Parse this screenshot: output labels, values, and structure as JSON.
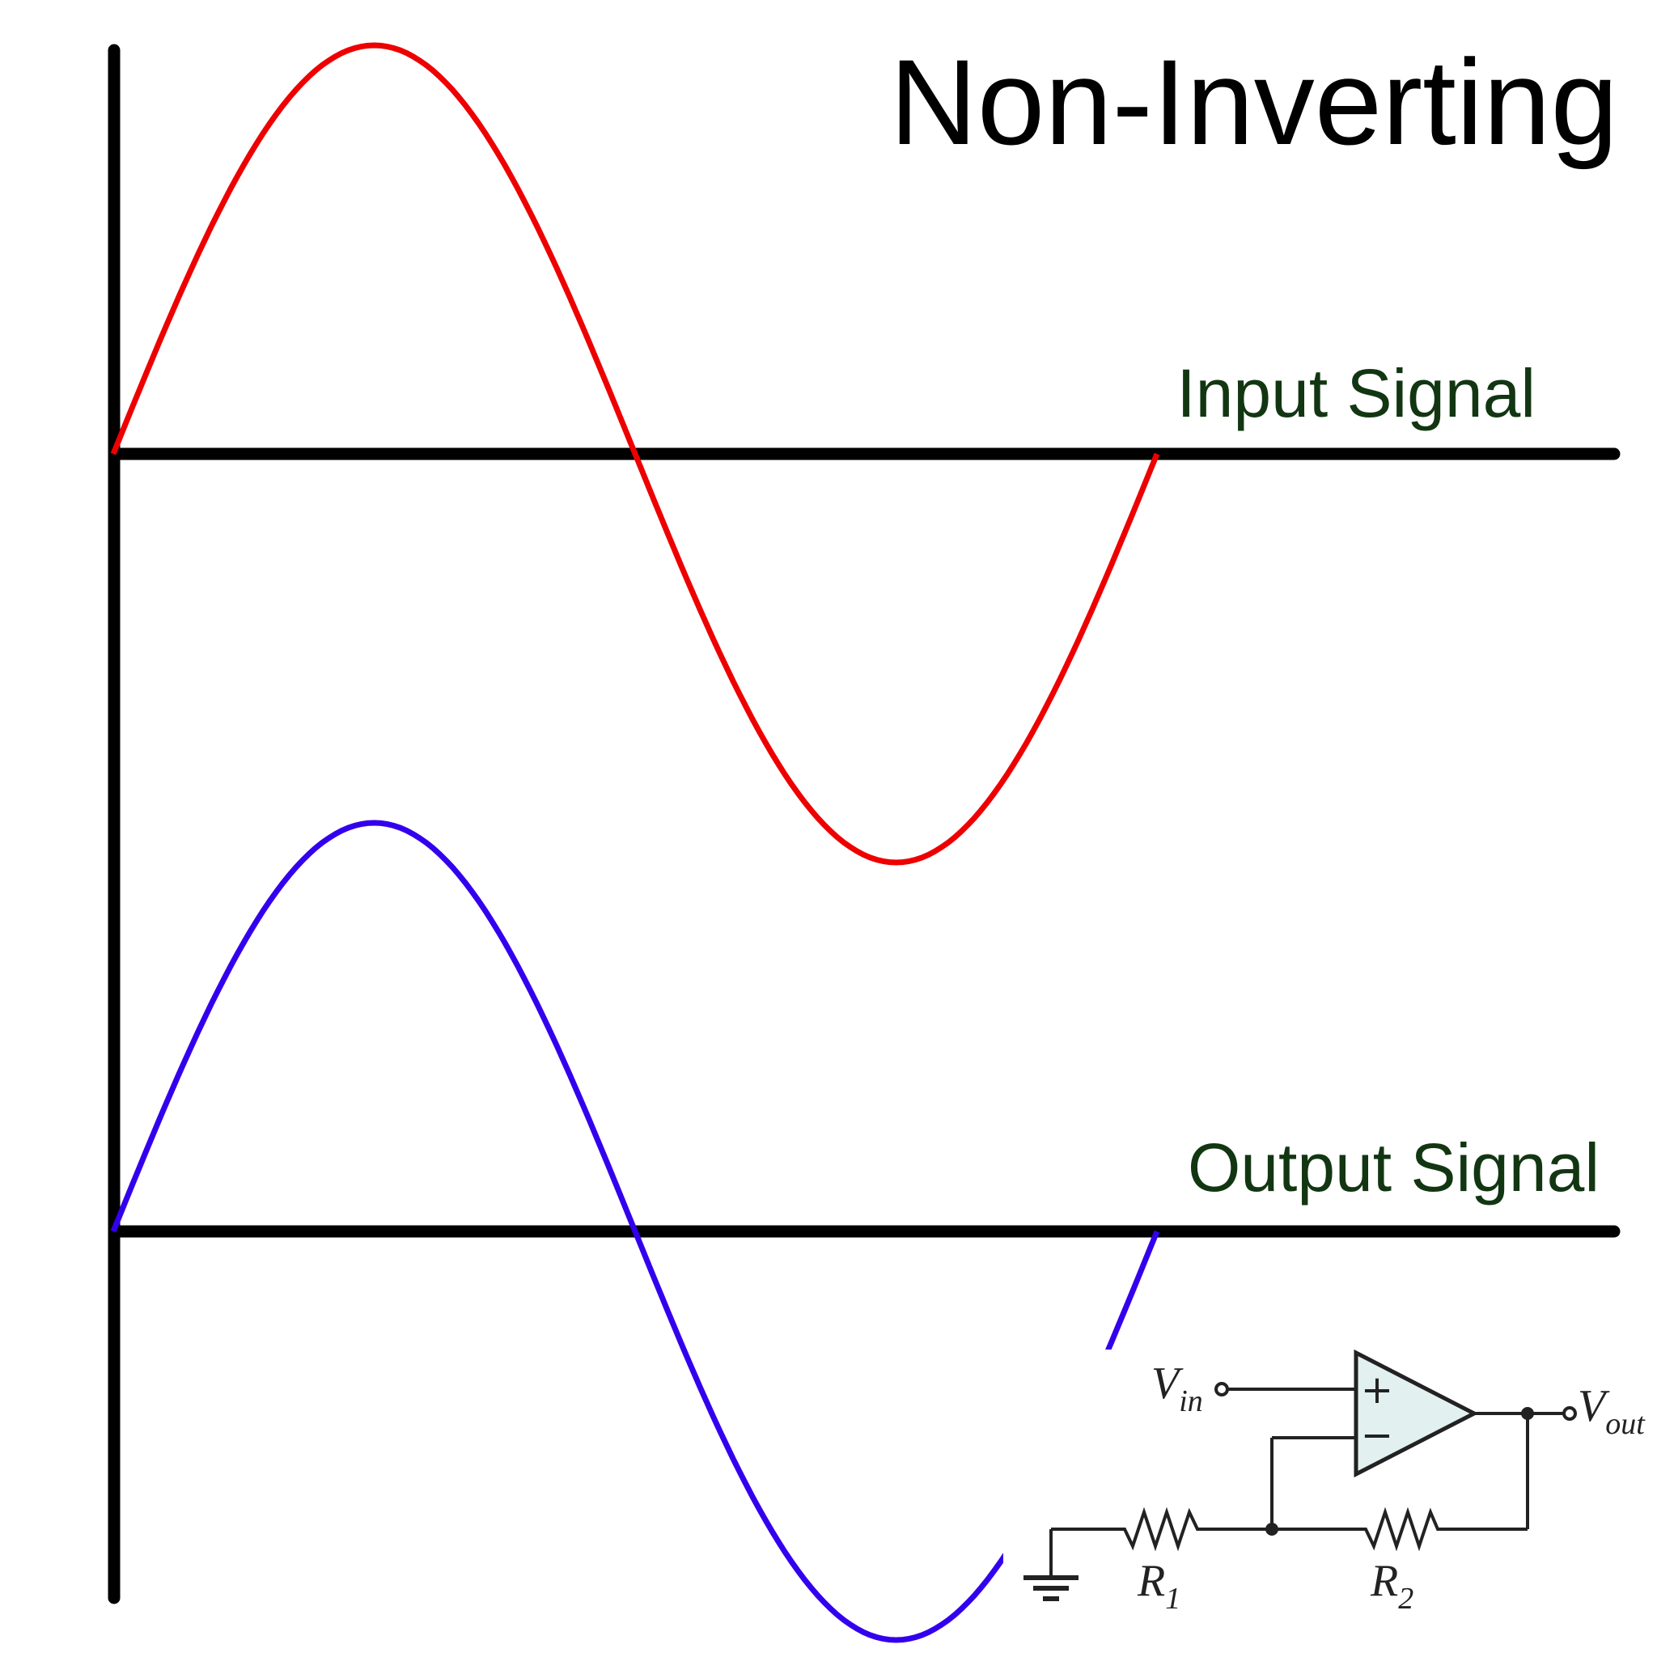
{
  "title": "Non-Inverting",
  "input_label": "Input Signal",
  "output_label": "Output Signal",
  "colors": {
    "input_wave": "#ee0000",
    "output_wave": "#3300ee",
    "axis": "#000000",
    "label": "#123612",
    "opamp_fill": "#e2f0ef"
  },
  "circuit": {
    "vin": {
      "main": "V",
      "sub": "in"
    },
    "vout": {
      "main": "V",
      "sub": "out"
    },
    "r1": {
      "main": "R",
      "sub": "1"
    },
    "r2": {
      "main": "R",
      "sub": "2"
    },
    "plus": "+",
    "minus": "−"
  }
}
